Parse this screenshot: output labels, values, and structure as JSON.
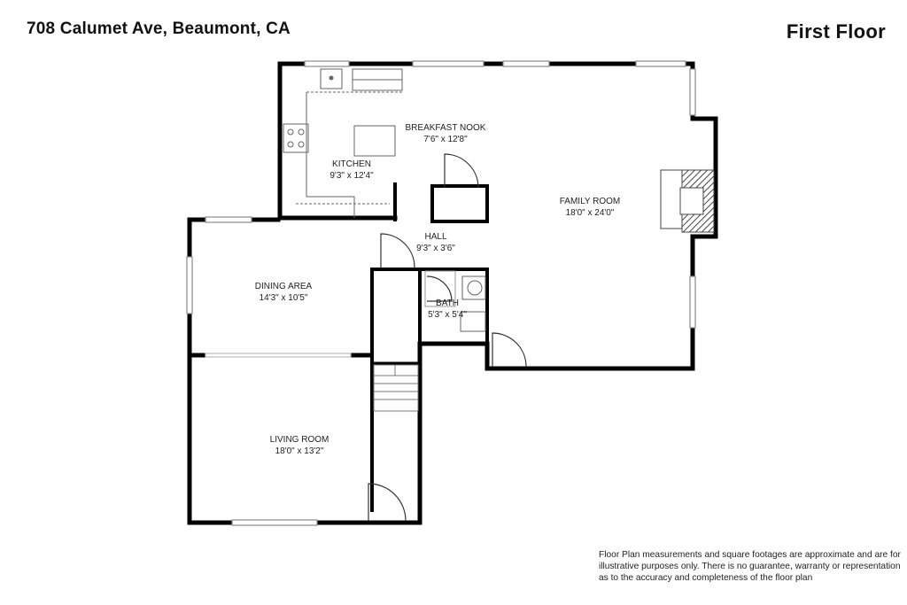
{
  "header": {
    "address": "708 Calumet Ave, Beaumont, CA",
    "floor": "First Floor"
  },
  "rooms": {
    "breakfast_nook": {
      "name": "BREAKFAST NOOK",
      "dims": "7'6\" x 12'8\""
    },
    "kitchen": {
      "name": "KITCHEN",
      "dims": "9'3\" x 12'4\""
    },
    "family_room": {
      "name": "FAMILY ROOM",
      "dims": "18'0\" x 24'0\""
    },
    "hall": {
      "name": "HALL",
      "dims": "9'3\" x 3'6\""
    },
    "dining_area": {
      "name": "DINING AREA",
      "dims": "14'3\" x 10'5\""
    },
    "bath": {
      "name": "BATH",
      "dims": "5'3\" x 5'4\""
    },
    "living_room": {
      "name": "LIVING ROOM",
      "dims": "18'0\" x 13'2\""
    }
  },
  "disclaimer": {
    "line1": "Floor Plan measurements and square footages are approximate and are for",
    "line2": "illustrative purposes only. There is no guarantee, warranty or representation",
    "line3": "as to the accuracy and completeness of the floor plan"
  },
  "colors": {
    "wall": "#000000",
    "window": "#9a9a9a",
    "fixture": "#666666",
    "fireplace_hatch": "#555555"
  }
}
